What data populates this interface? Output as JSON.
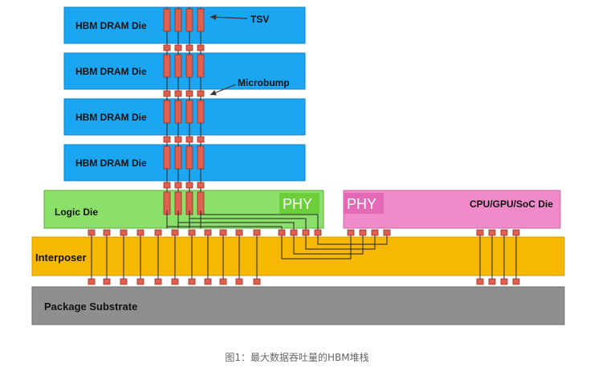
{
  "diagram": {
    "dram_label": "HBM DRAM Die",
    "tsv_label": "TSV",
    "microbump_label": "Microbump",
    "logic_label": "Logic Die",
    "logic_phy": "PHY",
    "cpu_phy": "PHY",
    "cpu_label": "CPU/GPU/SoC Die",
    "interposer_label": "Interposer",
    "substrate_label": "Package Substrate"
  },
  "colors": {
    "dram": "#1aa6f0",
    "logic": "#8be06a",
    "logic_phy": "#6ccf3a",
    "cpu": "#f08ac8",
    "cpu_phy": "#e46ab8",
    "interposer": "#f6b800",
    "substrate": "#8f8f8f",
    "bump": "#e0604e"
  },
  "caption": "图1：最大数据吞吐量的HBM堆栈"
}
